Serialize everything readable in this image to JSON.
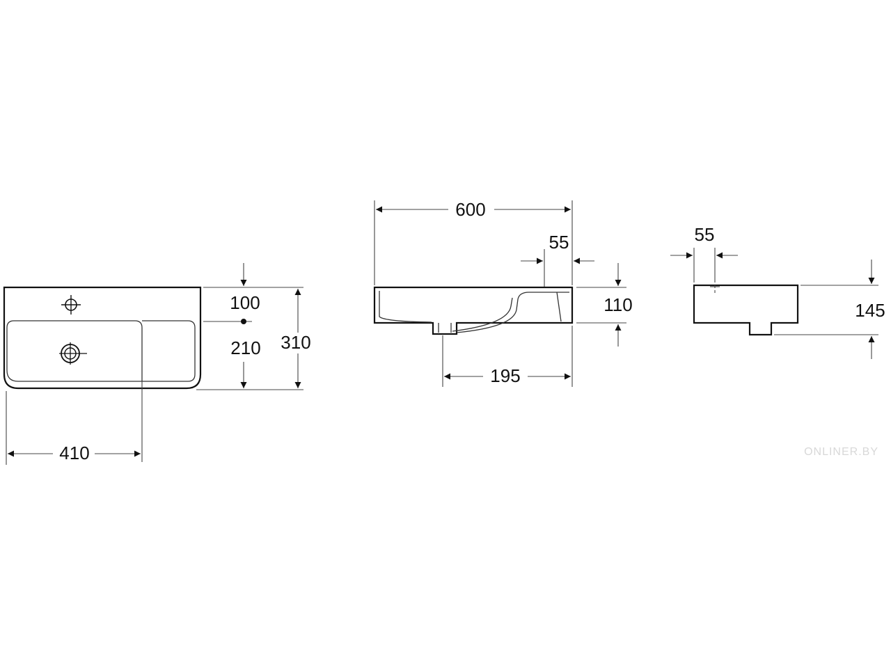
{
  "dimensions": {
    "top_view": {
      "tap_hole_offset": "100",
      "drain_offset": "210",
      "depth": "310",
      "basin_width": "410"
    },
    "front_view": {
      "total_width": "600",
      "shelf_offset": "55",
      "height": "110",
      "drain_position": "195"
    },
    "side_view": {
      "tap_hole_offset": "55",
      "height": "145"
    }
  },
  "watermark": "ONLINER.BY"
}
